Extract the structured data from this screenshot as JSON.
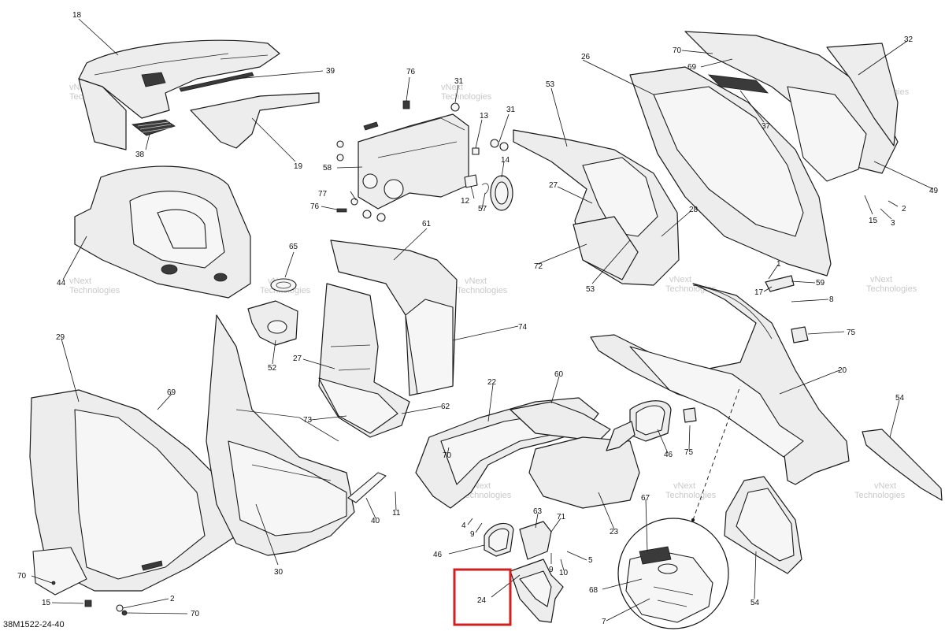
{
  "diagram": {
    "reference_code": "38M1522-24-40",
    "watermark_text": [
      "vNext",
      "Technologies"
    ],
    "highlight_color": "#d0201f",
    "highlighted_callout": "24"
  },
  "callouts": {
    "c18": "18",
    "c39": "39",
    "c19": "19",
    "c38": "38",
    "c76a": "76",
    "c31a": "31",
    "c13": "13",
    "c31b": "31",
    "c58": "58",
    "c14": "14",
    "c77": "77",
    "c76b": "76",
    "c12": "12",
    "c57": "57",
    "c53a": "53",
    "c27a": "27",
    "c28": "28",
    "c72": "72",
    "c53b": "53",
    "c26": "26",
    "c70a": "70",
    "c69a": "69",
    "c32": "32",
    "c37": "37",
    "c49": "49",
    "c2a": "2",
    "c15a": "15",
    "c3": "3",
    "c44": "44",
    "c65": "65",
    "c52": "52",
    "c61": "61",
    "c74": "74",
    "c27b": "27",
    "c73": "73",
    "c62": "62",
    "c1": "1",
    "c59": "59",
    "c17": "17",
    "c8": "8",
    "c75a": "75",
    "c20": "20",
    "c29": "29",
    "c69b": "69",
    "c30": "30",
    "c40": "40",
    "c11": "11",
    "c22": "22",
    "c60": "60",
    "c70b": "70",
    "c46a": "46",
    "c75b": "75",
    "c54a": "54",
    "c23": "23",
    "c4": "4",
    "c9a": "9",
    "c63": "63",
    "c71": "71",
    "c46b": "46",
    "c5": "5",
    "c9b": "9",
    "c10": "10",
    "c24": "24",
    "c67": "67",
    "c68": "68",
    "c7": "7",
    "c54b": "54",
    "c70c": "70",
    "c15b": "15",
    "c2b": "2",
    "c70d": "70"
  }
}
